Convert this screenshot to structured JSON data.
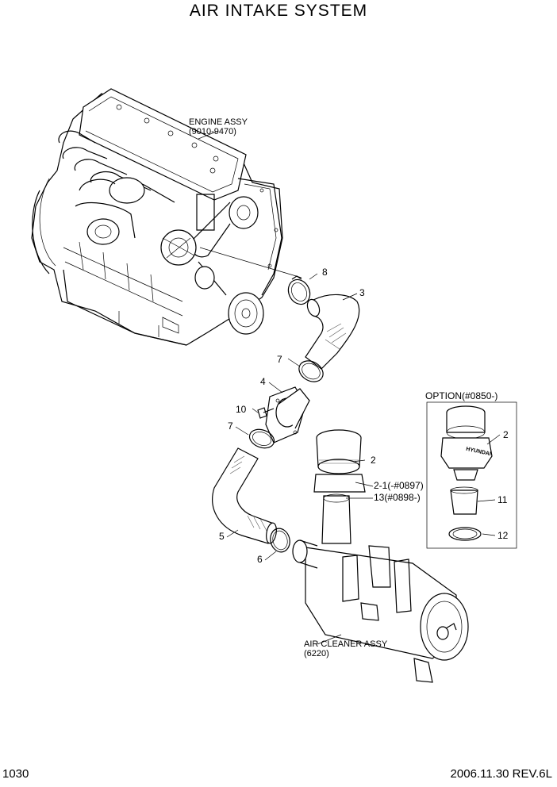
{
  "title": "AIR INTAKE SYSTEM",
  "page_number": "1030",
  "date_revision": "2006.11.30  REV.6L",
  "engine_label": {
    "line1": "ENGINE ASSY",
    "line2": "(9010-9470)"
  },
  "air_cleaner_label": {
    "line1": "AIR CLEANER ASSY",
    "line2": "(6220)"
  },
  "option_label": "OPTION(#0850-)",
  "part_numbers": {
    "p8": "8",
    "p3": "3",
    "p7a": "7",
    "p4": "4",
    "p10": "10",
    "p7b": "7",
    "p2": "2",
    "p2_1": "2-1(-#0897)",
    "p13": "13(#0898-)",
    "p5": "5",
    "p6": "6",
    "opt_p2": "2",
    "opt_p11": "11",
    "opt_p12": "12"
  },
  "brand_mark": "HYUNDAI"
}
